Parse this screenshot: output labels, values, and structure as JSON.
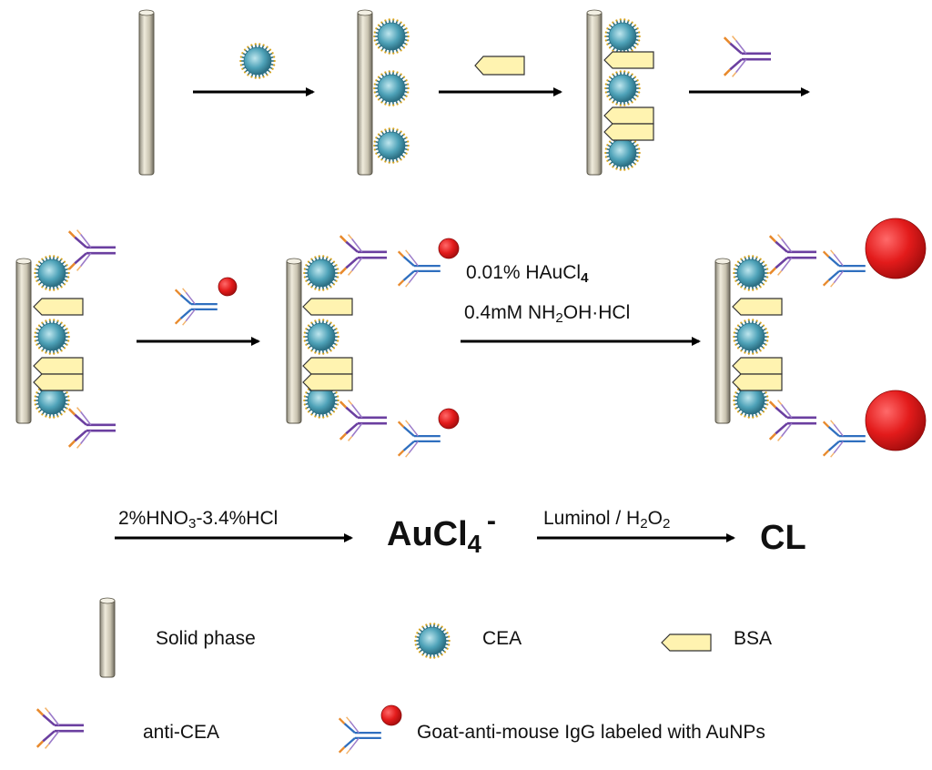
{
  "colors": {
    "solid_phase": "#c9c3b0",
    "cea": "#4ea2b8",
    "bsa": "#fff3b0",
    "antibody_purple": "#6b3fa0",
    "antibody_blue": "#2f6fbf",
    "antibody_orange": "#e8892b",
    "aunp": "#e31b1b",
    "arrow": "#000000"
  },
  "conditions": {
    "haucl4": {
      "prefix": "0.01% HAuCl",
      "sub": "4"
    },
    "nh2oh": {
      "prefix": "0.4mM NH",
      "sub": "2",
      "suffix": "OH·HCl"
    },
    "acid": {
      "prefix": "2%HNO",
      "sub": "3",
      "suffix": "-3.4%HCl"
    },
    "luminol": {
      "prefix": "Luminol / H",
      "sub": "2",
      "mid": "O",
      "sub2": "2"
    }
  },
  "products": {
    "aucl4": {
      "prefix": "AuCl",
      "sub": "4",
      "sup": "-"
    },
    "cl": "CL"
  },
  "legend": {
    "solid_phase": "Solid phase",
    "cea": "CEA",
    "bsa": "BSA",
    "anti_cea": "anti-CEA",
    "goat_igg": "Goat-anti-mouse IgG labeled with AuNPs"
  }
}
